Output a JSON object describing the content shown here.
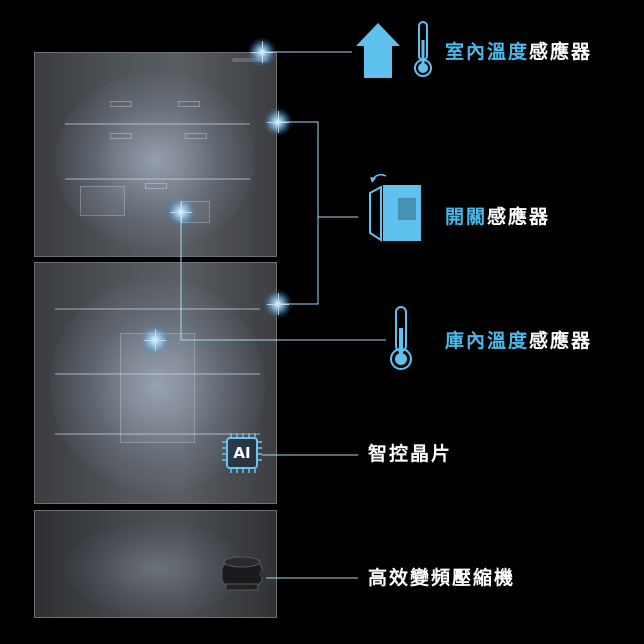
{
  "labels": {
    "room_temp_sensor": {
      "highlight": "室內溫度",
      "rest": "感應器"
    },
    "door_sensor": {
      "highlight": "開關",
      "rest": "感應器"
    },
    "inner_temp_sensor": {
      "highlight": "庫內溫度",
      "rest": "感應器"
    },
    "ai_chip": {
      "text": "智控晶片"
    },
    "compressor": {
      "text": "高效變頻壓縮機"
    }
  },
  "chip_text": "AI",
  "colors": {
    "accent": "#4ab8e8",
    "line": "#a9d8ef",
    "icon_fill": "#5fc2ee",
    "background": "#000000",
    "text": "#ffffff"
  },
  "icons": {
    "house": "house-icon",
    "thermometer": "thermometer-icon",
    "door": "door-open-icon",
    "chip": "ai-chip-icon",
    "compressor": "compressor-icon"
  }
}
